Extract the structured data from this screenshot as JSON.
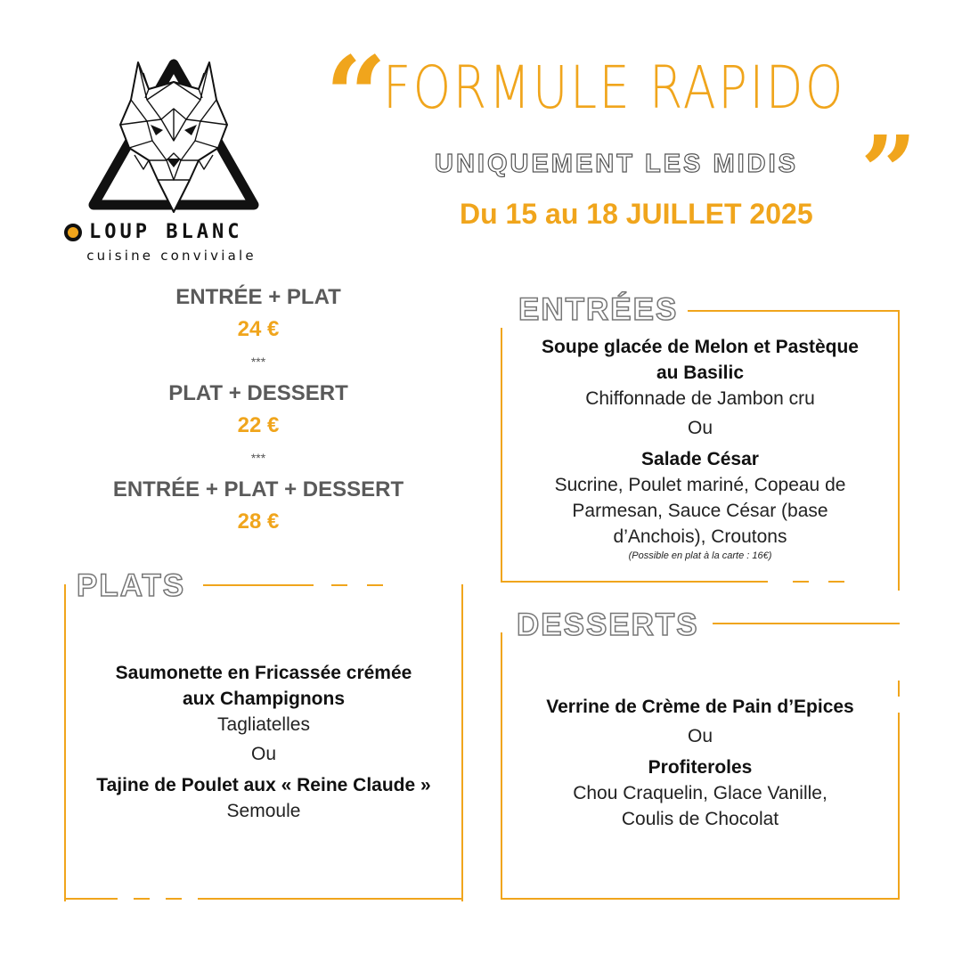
{
  "brand": {
    "name": "LOUP BLANC",
    "tagline": "cuisine conviviale",
    "accent_color": "#f0a51c",
    "logo_icon": "wolf-head-in-triangle"
  },
  "header": {
    "open_quote": "“",
    "title": "FORMULE RAPIDO",
    "subtitle": "UNIQUEMENT LES MIDIS",
    "close_quote": "”",
    "dates": "Du 15 au 18 JUILLET 2025"
  },
  "formulas": [
    {
      "label": "ENTRÉE + PLAT",
      "price": "24 €"
    },
    {
      "label": "PLAT + DESSERT",
      "price": "22 €"
    },
    {
      "label": "ENTRÉE + PLAT + DESSERT",
      "price": "28 €"
    }
  ],
  "separator": "***",
  "entrees": {
    "title": "ENTRÉES",
    "dish1": {
      "name_lines": [
        "Soupe glacée de Melon et Pastèque",
        "au Basilic"
      ],
      "description_lines": [
        "Chiffonnade de Jambon cru"
      ]
    },
    "or": "Ou",
    "dish2": {
      "name_lines": [
        "Salade César"
      ],
      "description_lines": [
        "Sucrine, Poulet mariné, Copeau de",
        "Parmesan, Sauce César (base",
        "d’Anchois), Croutons"
      ],
      "note": "(Possible en plat à la carte : 16€)"
    }
  },
  "plats": {
    "title": "PLATS",
    "dish1": {
      "name_lines": [
        "Saumonette en Fricassée crémée",
        "aux Champignons"
      ],
      "description_lines": [
        "Tagliatelles"
      ]
    },
    "or": "Ou",
    "dish2": {
      "name_lines": [
        "Tajine de Poulet aux « Reine Claude »"
      ],
      "description_lines": [
        "Semoule"
      ]
    }
  },
  "desserts": {
    "title": "DESSERTS",
    "dish1": {
      "name_lines": [
        "Verrine de Crème de Pain d’Epices"
      ],
      "description_lines": []
    },
    "or": "Ou",
    "dish2": {
      "name_lines": [
        "Profiteroles"
      ],
      "description_lines": [
        "Chou Craquelin, Glace Vanille,",
        "Coulis de Chocolat"
      ]
    }
  }
}
